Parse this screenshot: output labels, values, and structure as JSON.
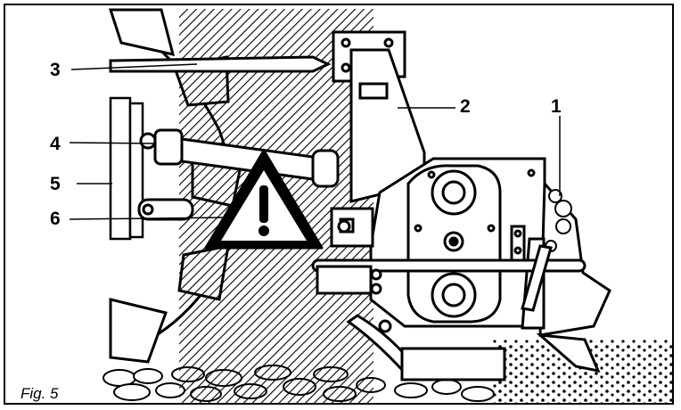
{
  "figure": {
    "caption": "Fig. 5",
    "callouts": [
      "1",
      "2",
      "3",
      "4",
      "5",
      "6"
    ]
  },
  "colors": {
    "ink": "#000000",
    "paper": "#ffffff",
    "hatch": "#000000"
  }
}
